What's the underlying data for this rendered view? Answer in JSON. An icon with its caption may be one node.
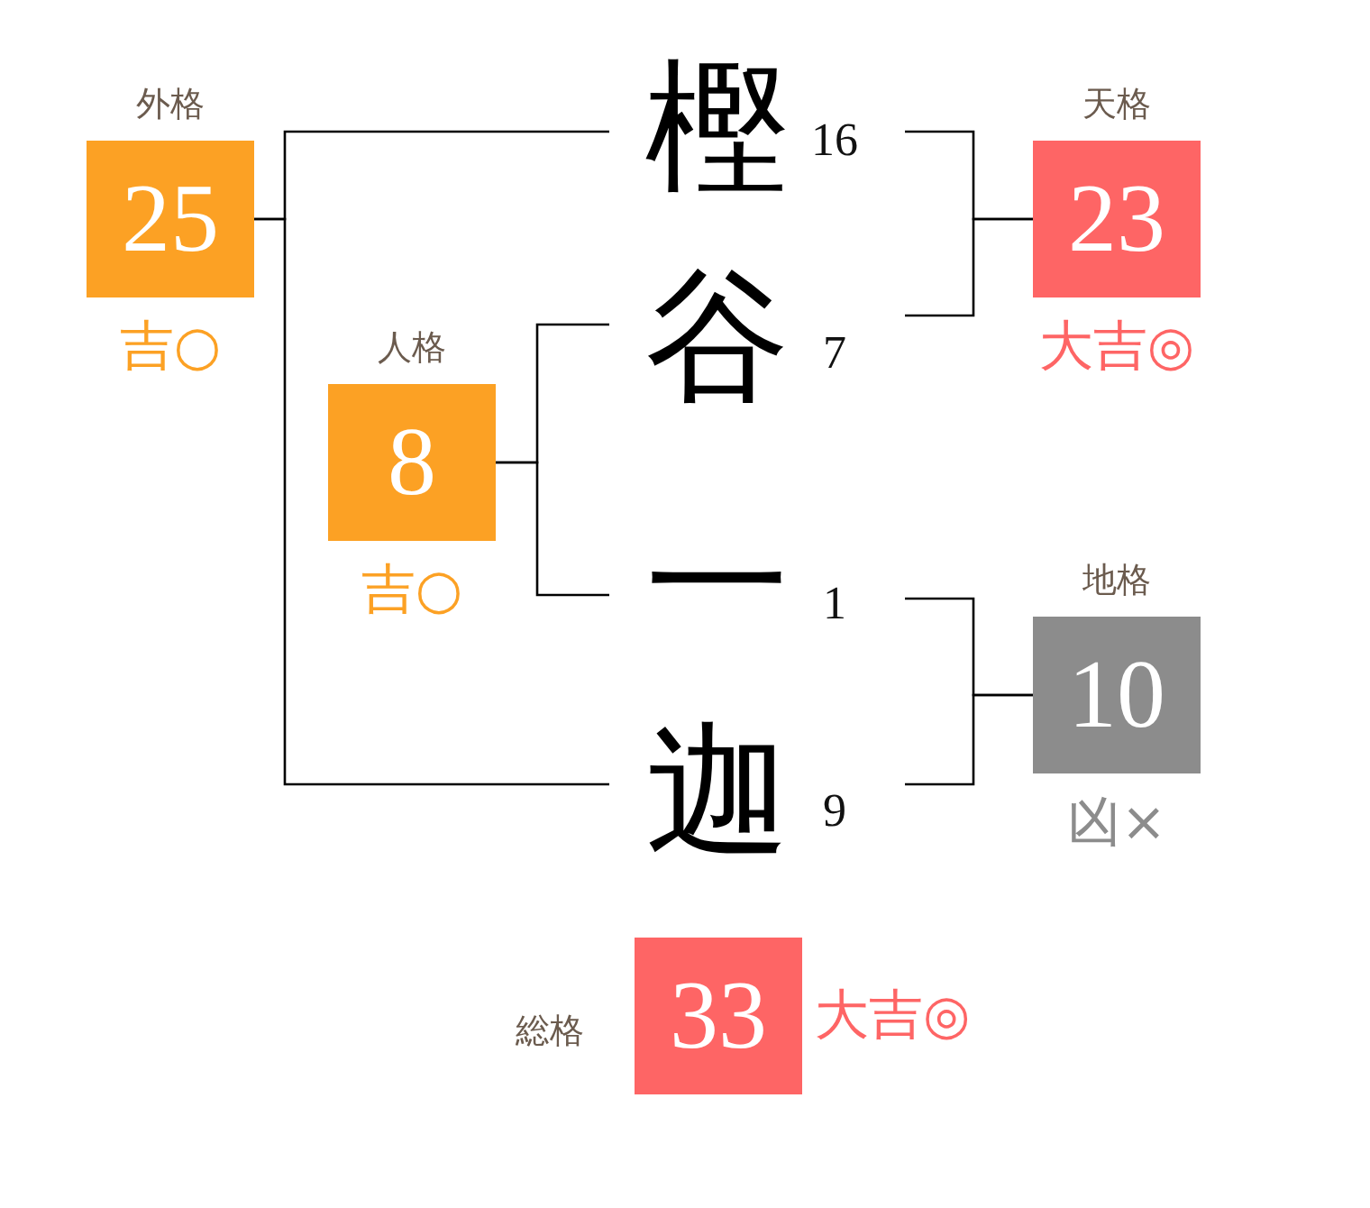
{
  "diagram": {
    "nodes": [
      {
        "text": [
          "外格",
          "25"
        ],
        "beside": [
          "吉○"
        ]
      },
      {
        "text": [
          "樫"
        ],
        "beside": [
          "16"
        ]
      },
      {
        "text": [
          "天格",
          "23"
        ],
        "beside": [
          "大吉◎"
        ]
      },
      {
        "text": [
          "谷"
        ],
        "beside": [
          "7"
        ]
      },
      {
        "text": [
          "人格",
          "8"
        ],
        "beside": [
          "吉○"
        ]
      },
      {
        "text": [
          "一"
        ],
        "beside": [
          "1"
        ]
      },
      {
        "text": [
          "地格",
          "10"
        ],
        "beside": [
          "凶×"
        ]
      },
      {
        "text": [
          "迦"
        ],
        "beside": [
          "9"
        ]
      },
      {
        "text": [
          "総格",
          "33"
        ],
        "beside": [
          "大吉◎"
        ]
      }
    ],
    "edges": [
      {
        "from": 1,
        "to": 0,
        "arrow": "none"
      },
      {
        "from": 7,
        "to": 0,
        "arrow": "none"
      },
      {
        "from": 1,
        "to": 2,
        "arrow": "none"
      },
      {
        "from": 3,
        "to": 2,
        "arrow": "none"
      },
      {
        "from": 3,
        "to": 4,
        "arrow": "none"
      },
      {
        "from": 5,
        "to": 4,
        "arrow": "none"
      },
      {
        "from": 5,
        "to": 6,
        "arrow": "none"
      },
      {
        "from": 7,
        "to": 6,
        "arrow": "none"
      }
    ]
  }
}
